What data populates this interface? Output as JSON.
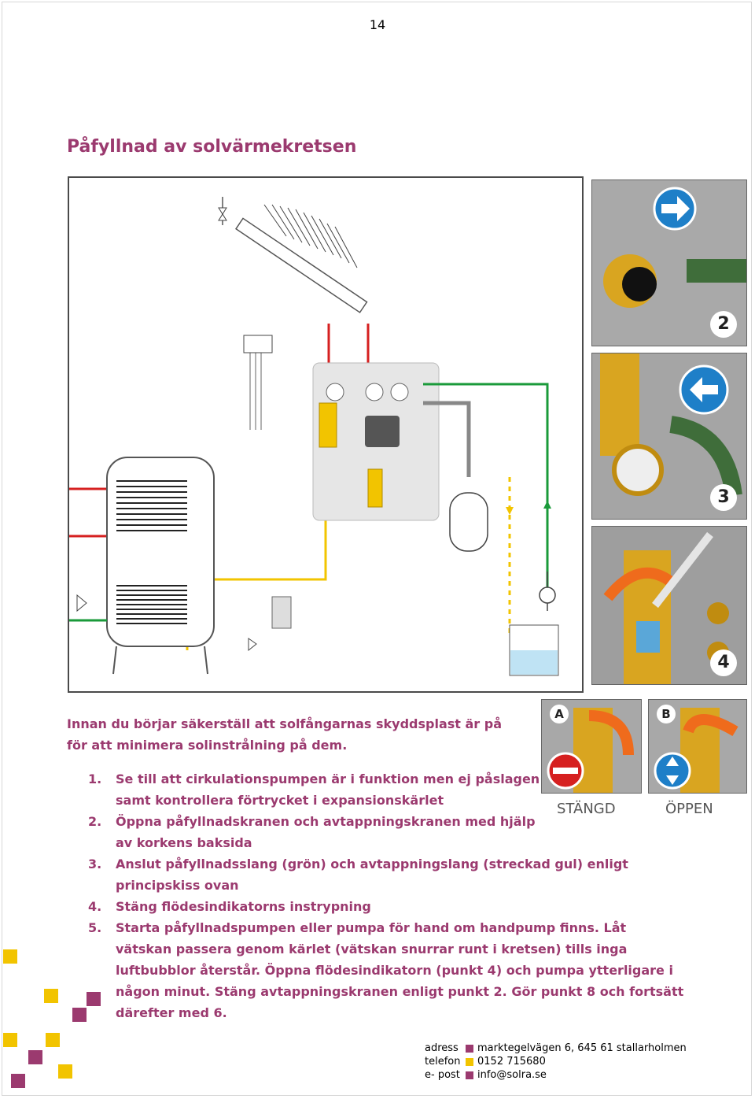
{
  "page_number": "14",
  "title": "Påfyllnad av solvärmekretsen",
  "photos": {
    "step2": "2",
    "step3": "3",
    "step4": "4",
    "valve_a": "A",
    "valve_b": "B",
    "closed_label": "STÄNGD",
    "open_label": "ÖPPEN"
  },
  "intro": "Innan du börjar säkerställ att solfångarnas skyddsplast är på för att minimera solinstrålning på dem.",
  "steps": [
    {
      "num": "1.",
      "text": "Se till att cirkulationspumpen är i funktion men ej påslagen samt kontrollera förtrycket i expansionskärlet"
    },
    {
      "num": "2.",
      "text": "Öppna påfyllnadskranen och avtappningskranen med hjälp av korkens baksida"
    },
    {
      "num": "3.",
      "text": "Anslut påfyllnadsslang (grön) och avtappningslang (streckad gul) enligt principskiss ovan"
    },
    {
      "num": "4.",
      "text": "Stäng flödesindikatorns instrypning"
    },
    {
      "num": "5.",
      "text": "Starta påfyllnadspumpen eller pumpa för hand om handpump finns. Låt vätskan passera genom kärlet (vätskan snurrar runt i kretsen) tills inga luftbubblor återstår. Öppna flödesindikatorn (punkt 4) och pumpa ytterligare i någon minut. Stäng avtappningskranen enligt punkt 2. Gör punkt 8 och fortsätt därefter med 6."
    }
  ],
  "footer": {
    "address_label": "adress",
    "address_value": "marktegelvägen 6, 645 61 stallarholmen",
    "phone_label": "telefon",
    "phone_value": "0152 715680",
    "email_label": "e- post",
    "email_value": "info@solra.se"
  },
  "colors": {
    "accent": "#9b3a6f",
    "yellow": "#f2c400",
    "green": "#1a9a3a",
    "red": "#d62020",
    "orange": "#ef6b1c"
  }
}
